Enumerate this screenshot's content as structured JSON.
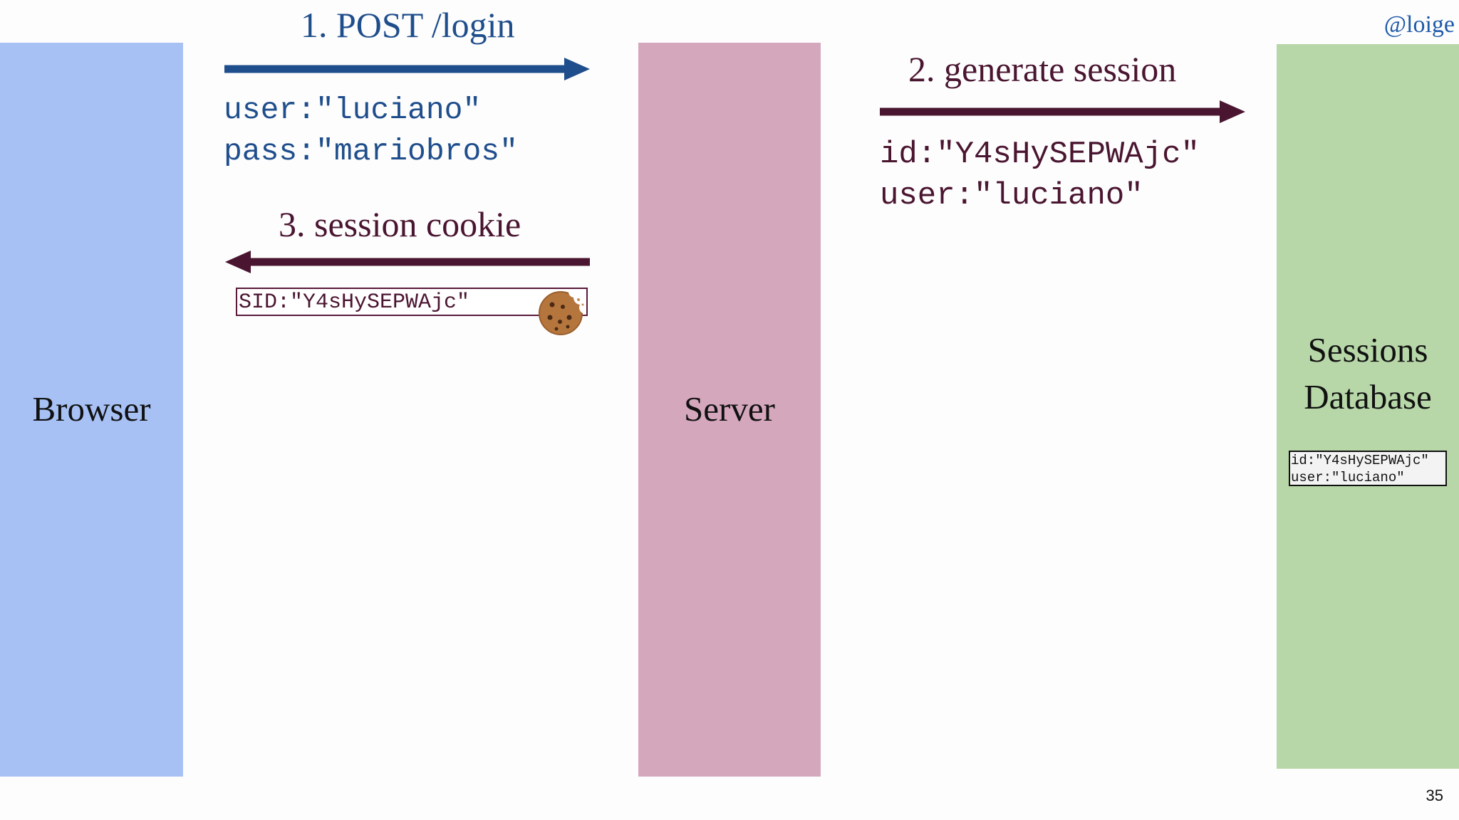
{
  "columns": {
    "browser": "Browser",
    "server": "Server",
    "database_line1": "Sessions",
    "database_line2": "Database"
  },
  "steps": {
    "login": {
      "title": "1. POST /login",
      "line1": "user:\"luciano\"",
      "line2": "pass:\"mariobros\""
    },
    "generate": {
      "title": "2. generate session",
      "line1": "id:\"Y4sHySEPWAjc\"",
      "line2": "user:\"luciano\""
    },
    "cookie": {
      "title": "3. session cookie",
      "value": "SID:\"Y4sHySEPWAjc\""
    }
  },
  "db_record": {
    "line1": "id:\"Y4sHySEPWAjc\"",
    "line2": "user:\"luciano\""
  },
  "handle": "@loige",
  "page_number": "35",
  "colors": {
    "browser": "#a7c1f5",
    "server": "#d5a7bd",
    "database": "#b7d7a8",
    "blue_accent": "#1f4e8c",
    "maroon_accent": "#4a1530"
  },
  "icons": {
    "cookie": "cookie-icon"
  }
}
